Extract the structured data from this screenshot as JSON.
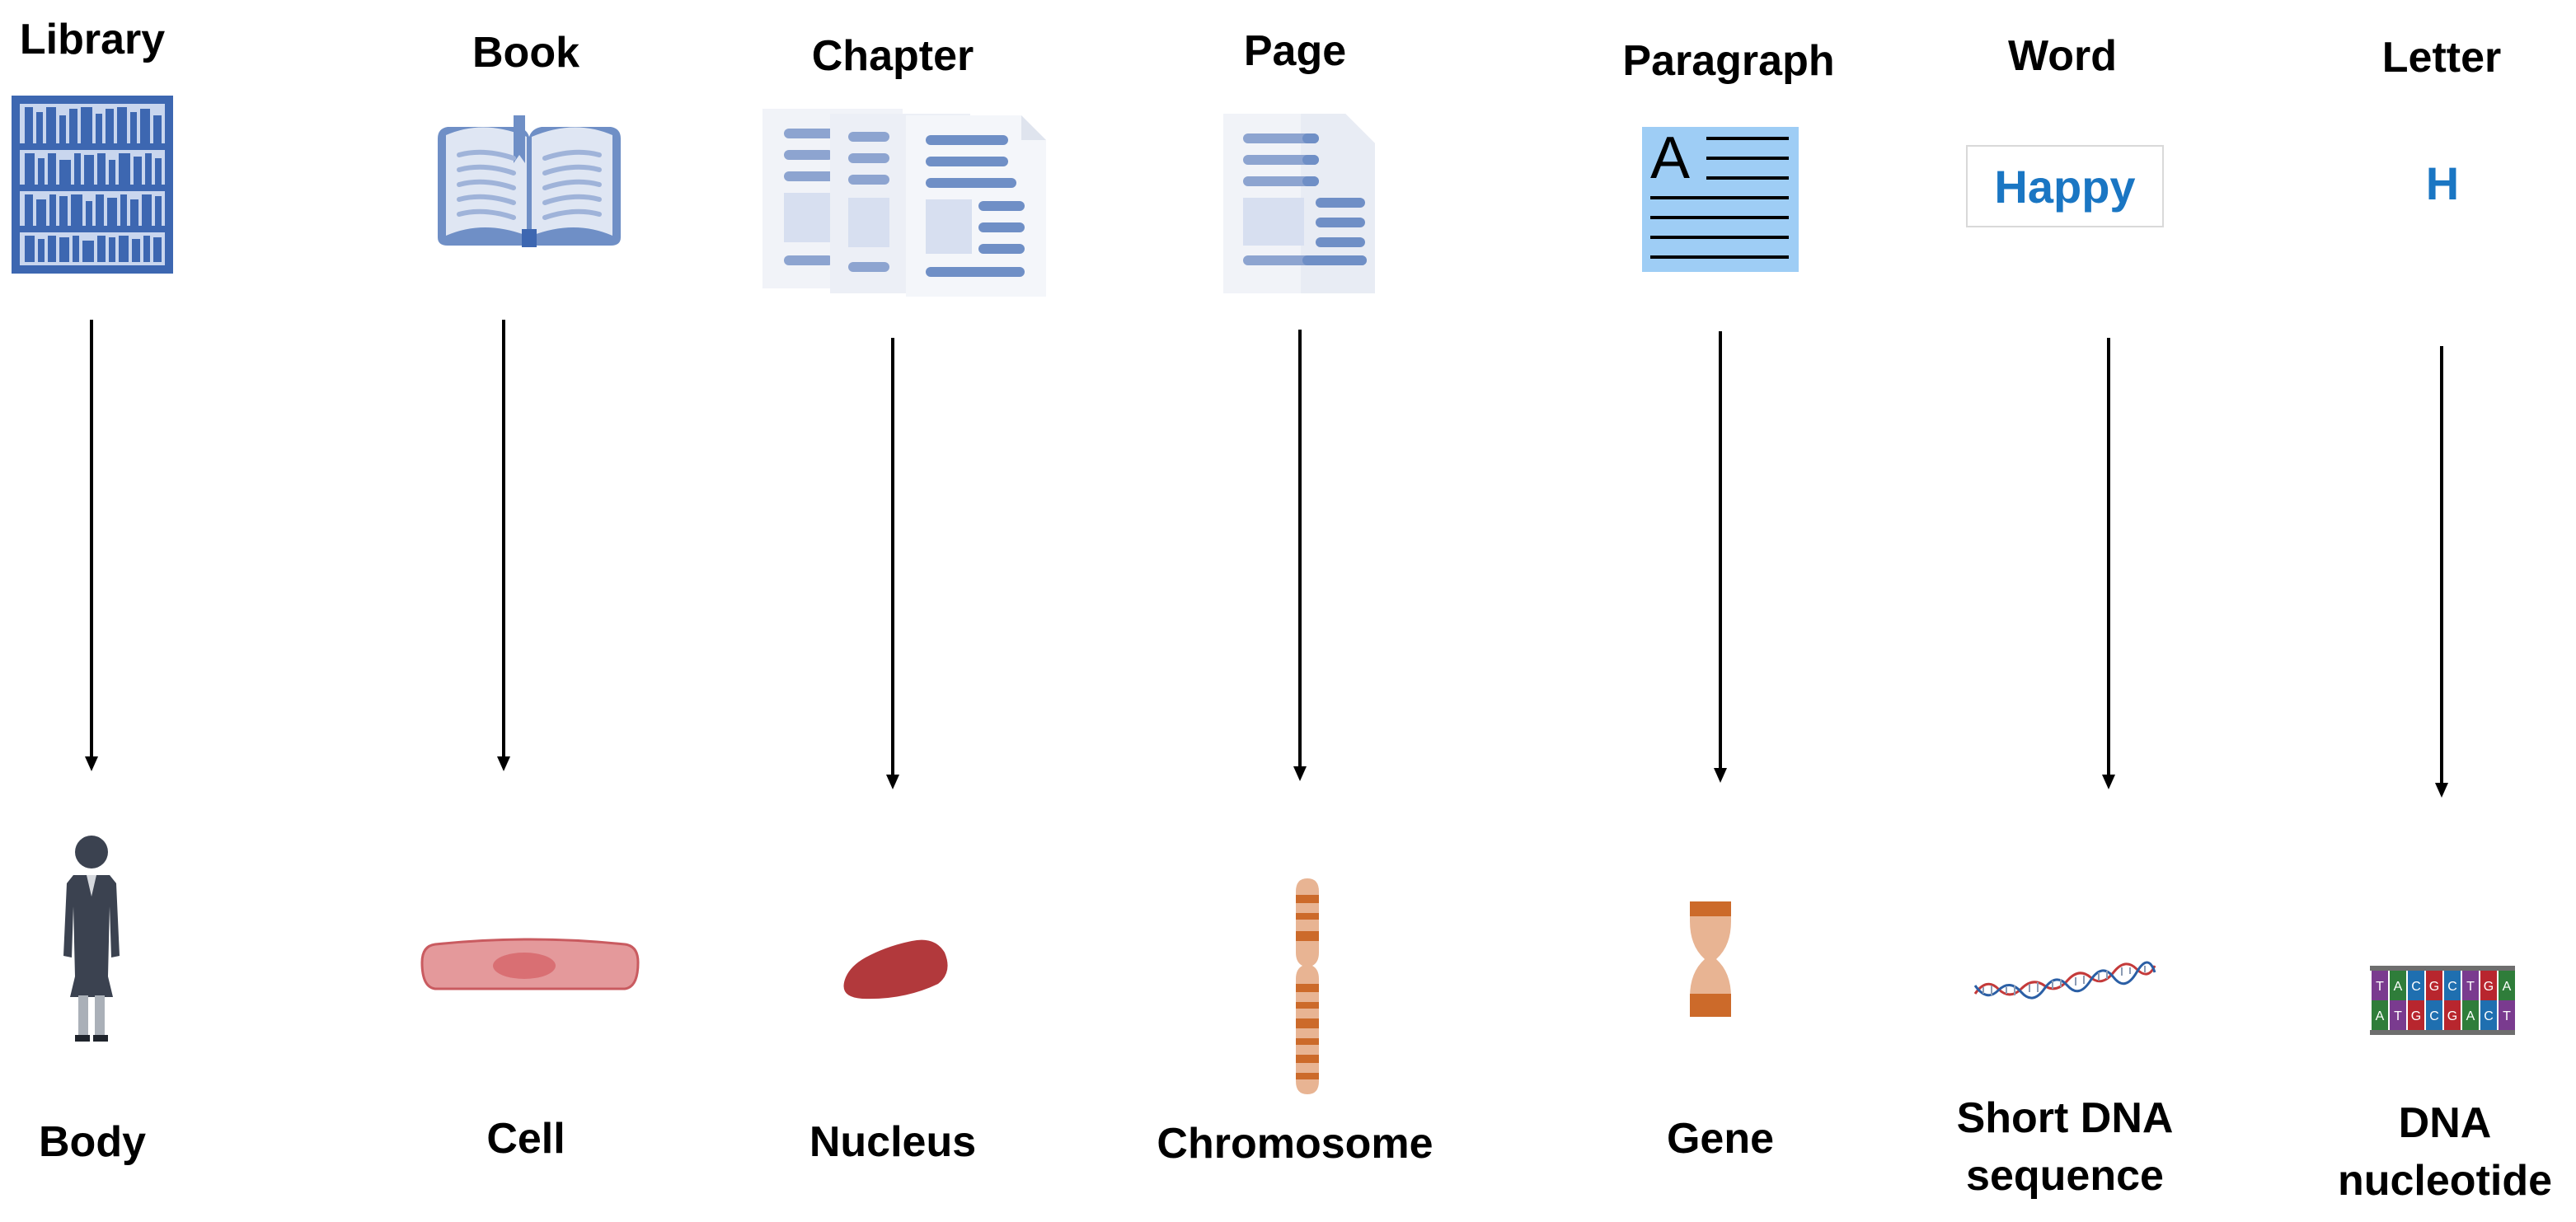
{
  "columns": [
    {
      "top": "Library",
      "bottom": "Body"
    },
    {
      "top": "Book",
      "bottom": "Cell"
    },
    {
      "top": "Chapter",
      "bottom": "Nucleus"
    },
    {
      "top": "Page",
      "bottom": "Chromosome"
    },
    {
      "top": "Paragraph",
      "bottom": "Gene"
    },
    {
      "top": "Word",
      "bottom": "Short DNA sequence",
      "icon_text": "Happy"
    },
    {
      "top": "Letter",
      "bottom": "DNA nucleotide",
      "icon_text": "H"
    }
  ],
  "dna_letters_top": [
    "T",
    "A",
    "C",
    "G",
    "C",
    "T",
    "G",
    "A"
  ],
  "dna_letters_bottom": [
    "A",
    "T",
    "G",
    "C",
    "G",
    "A",
    "C",
    "T"
  ],
  "colors": {
    "text": "#000000",
    "doc_icon": "#6f8fc6",
    "doc_light": "#e3e8f2",
    "library_blue": "#3d67b1",
    "paragraph_bg": "#9ecdf5",
    "word_blue": "#1a76c3",
    "cell_fill": "#e4999b",
    "cell_stroke": "#c95b60",
    "nucleus": "#b2393c",
    "chromosome_light": "#e8b493",
    "chromosome_band": "#cc6a2a",
    "person": "#3b4250"
  }
}
